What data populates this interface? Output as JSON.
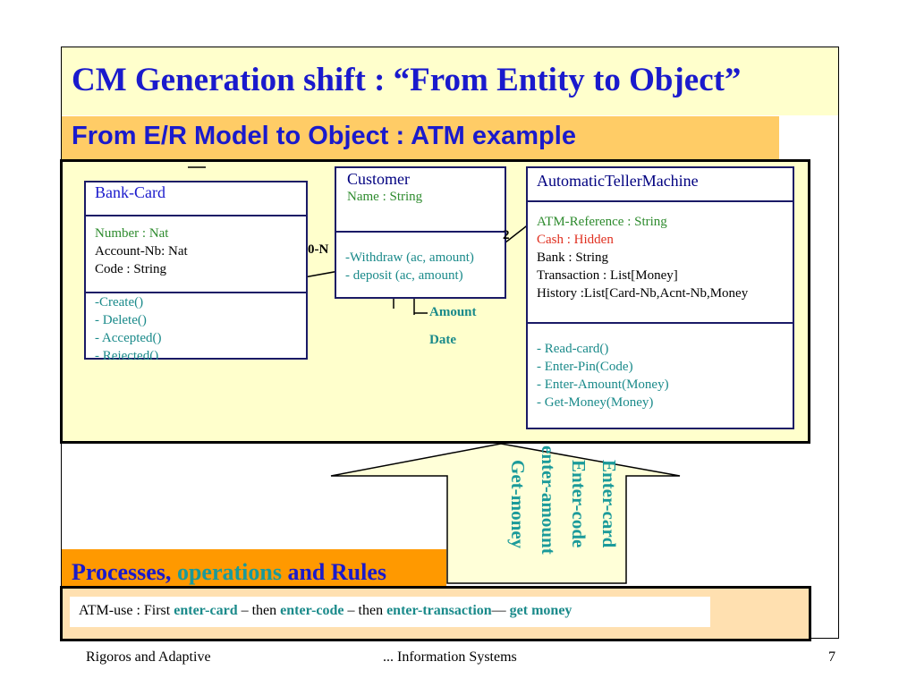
{
  "slide": {
    "title": "CM Generation shift : “From Entity to Object”",
    "subtitle": "From E/R  Model to Object : ATM example"
  },
  "classes": {
    "bank_card": {
      "name": "Bank-Card",
      "attributes": [
        "Number : Nat",
        "Account-Nb: Nat",
        "Code : String"
      ],
      "operations": [
        "-Create()",
        "- Delete()",
        "- Accepted()",
        "- Rejected()"
      ]
    },
    "customer": {
      "name": "Customer",
      "attributes": [
        "Name : String"
      ],
      "operations": [
        "-Withdraw (ac, amount)",
        "- deposit (ac, amount)"
      ]
    },
    "atm": {
      "name": "AutomaticTellerMachine",
      "attributes": [
        "ATM-Reference : String",
        "Cash : Hidden",
        "Bank : String",
        "Transaction  : List[Money]",
        "History :List[Card-Nb,Acnt-Nb,Money"
      ],
      "operations": [
        "- Read-card()",
        "- Enter-Pin(Code)",
        "- Enter-Amount(Money)",
        "- Get-Money(Money)"
      ]
    }
  },
  "relation": {
    "cardinality_left": "0-N",
    "cardinality_right": "2",
    "attributes": [
      "Amount",
      "Date"
    ]
  },
  "arrow_ops": [
    "Enter-card",
    "Enter-code",
    "enter-amount",
    "Get-money"
  ],
  "processes": {
    "title_part1": "Processes, ",
    "title_part2": "operations",
    "title_part3": " and Rules",
    "rule": {
      "p1": "ATM-use : First ",
      "t1": "enter-card",
      "p2": " – then ",
      "t2": "enter-code",
      "p3": " – then ",
      "t3": "enter-transaction",
      "p4": "— ",
      "t4": "get money"
    }
  },
  "footer": {
    "left": "Rigoros and Adaptive",
    "center": "... Information Systems",
    "page": "7"
  },
  "colors": {
    "title_blue": "#1a1acc",
    "attr_green": "#2e8b2e",
    "op_teal": "#1a8a8a",
    "hidden_red": "#e03020",
    "panel_yellow": "#ffffcc",
    "band_orange": "#ff9900"
  }
}
